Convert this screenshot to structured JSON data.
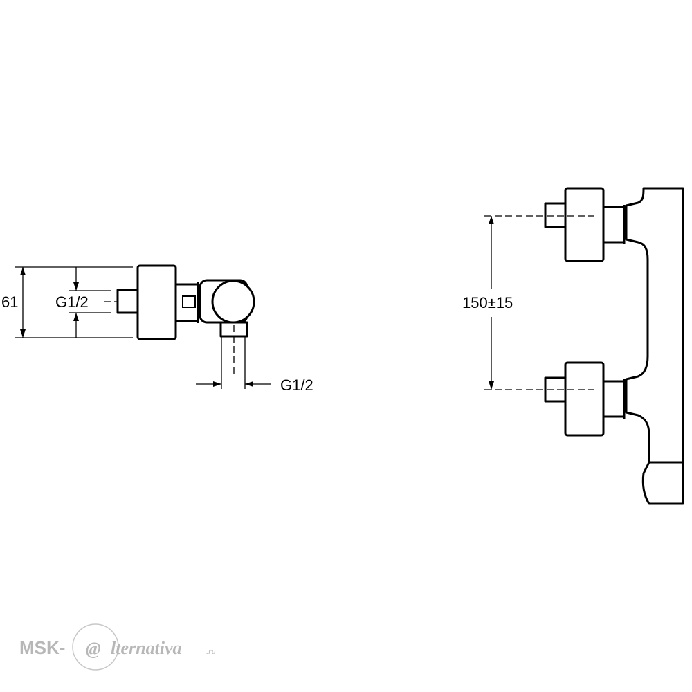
{
  "dimensions": {
    "side_height": "61",
    "side_inlet_thread": "G1/2",
    "outlet_thread": "G1/2",
    "inlet_spacing": "150±15"
  },
  "watermark": {
    "prefix": "MSK-",
    "mark": "@",
    "name": "lternativa",
    "suffix": ".ru"
  },
  "colors": {
    "line": "#000000",
    "background": "#ffffff",
    "watermark": "#b7b7b7"
  }
}
